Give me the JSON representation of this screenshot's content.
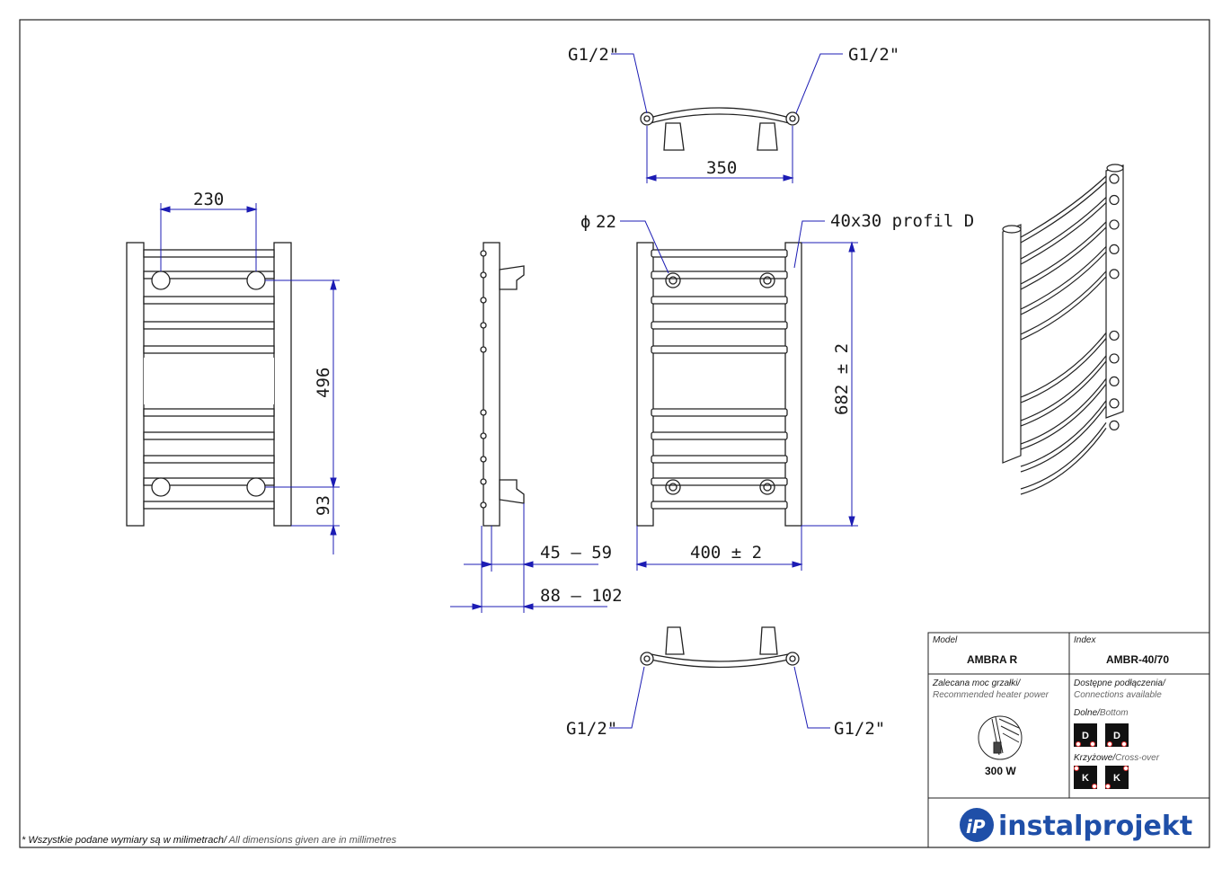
{
  "dimensions": {
    "top_left_connection": "G1/2\"",
    "top_right_connection": "G1/2\"",
    "top_width": "350",
    "bottom_left_connection": "G1/2\"",
    "bottom_right_connection": "G1/2\"",
    "front_axis_spacing": "230",
    "front_height_spacing": "496",
    "front_bottom_offset": "93",
    "tube_diameter": "22",
    "profile": "40x30 profil D",
    "total_height": "682 ± 2",
    "total_width": "400 ± 2",
    "wall_distance_1": "45 – 59",
    "wall_distance_2": "88 – 102"
  },
  "title_block": {
    "model_label": "Model",
    "model_value": "AMBRA R",
    "index_label": "Index",
    "index_value": "AMBR-40/70",
    "power_label_pl": "Zalecana moc grzałki/",
    "power_label_en": "Recommended heater power",
    "power_value": "300 W",
    "connections_label_pl": "Dostępne podłączenia/",
    "connections_label_en": "Connections available",
    "bottom_label_pl": "Dolne/",
    "bottom_label_en": "Bottom",
    "bottom_code": "D",
    "cross_label_pl": "Krzyżowe/",
    "cross_label_en": "Cross-over",
    "cross_code": "K"
  },
  "logo": {
    "mark": "iP",
    "text": "instalprojekt"
  },
  "footnote": {
    "pl": "* Wszystkie podane wymiary są w milimetrach/",
    "en": " All dimensions given are in millimetres"
  },
  "colors": {
    "dimension_line": "#1c1cb4",
    "outline": "#222222",
    "brand": "#1f4fa8"
  }
}
